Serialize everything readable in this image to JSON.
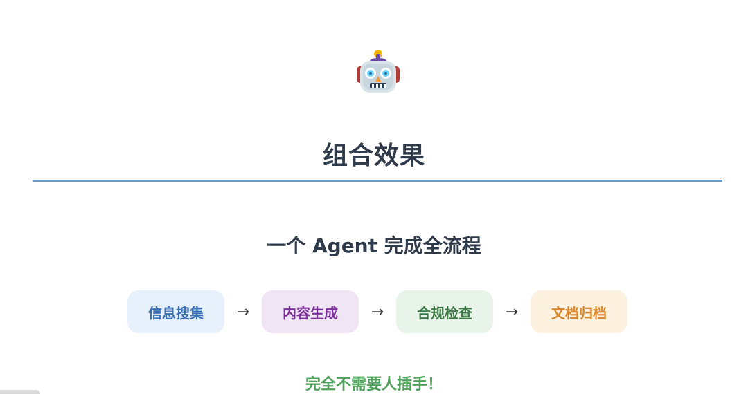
{
  "header": {
    "icon": "robot-icon",
    "title": "组合效果"
  },
  "content": {
    "subtitle": "一个 Agent 完成全流程",
    "steps": [
      {
        "label": "信息搜集",
        "color": "#3a6fb3",
        "bg": "#e7f1fc"
      },
      {
        "label": "内容生成",
        "color": "#7b2f99",
        "bg": "#efe5f4"
      },
      {
        "label": "合规检查",
        "color": "#3d7a45",
        "bg": "#e8f4ea"
      },
      {
        "label": "文档归档",
        "color": "#d9862b",
        "bg": "#fdf1df"
      }
    ],
    "arrow": "→",
    "footer": "完全不需要人插手！"
  },
  "colors": {
    "title": "#2f3b4a",
    "divider": "#6d9cc7",
    "footer": "#4fa15c"
  }
}
